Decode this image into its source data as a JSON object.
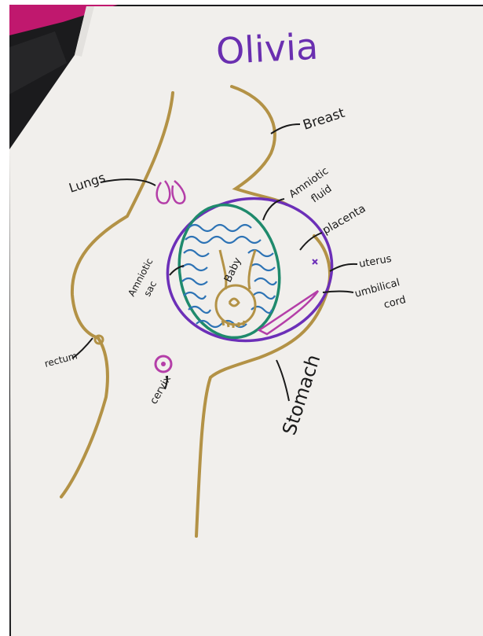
{
  "drawing": {
    "title": "Olivia",
    "labels": {
      "breast": "Breast",
      "lungs": "Lungs",
      "amniotic_fluid_line1": "Amniotic",
      "amniotic_fluid_line2": "fluid",
      "placenta": "placenta",
      "uterus": "uterus",
      "amniotic_sac_line1": "Amniotic",
      "amniotic_sac_line2": "sac",
      "baby": "Baby",
      "umbilical_cord_line1": "umbilical",
      "umbilical_cord_line2": "cord",
      "rectum": "rectum",
      "cervix": "cervix",
      "stomach": "Stomach"
    }
  },
  "colors": {
    "background_dark": "#1b1b1d",
    "magenta_surface": "#c0186e",
    "paper": "#f1efec",
    "paper_shadow": "#e3e1de",
    "body_outline": "#b39246",
    "title_purple": "#6a2fb0",
    "uterus_purple": "#6c2fb8",
    "sac_green": "#1f8a6c",
    "fluid_blue": "#2d73b5",
    "magenta_marker": "#b43ea8",
    "ink": "#1a1a1a"
  }
}
